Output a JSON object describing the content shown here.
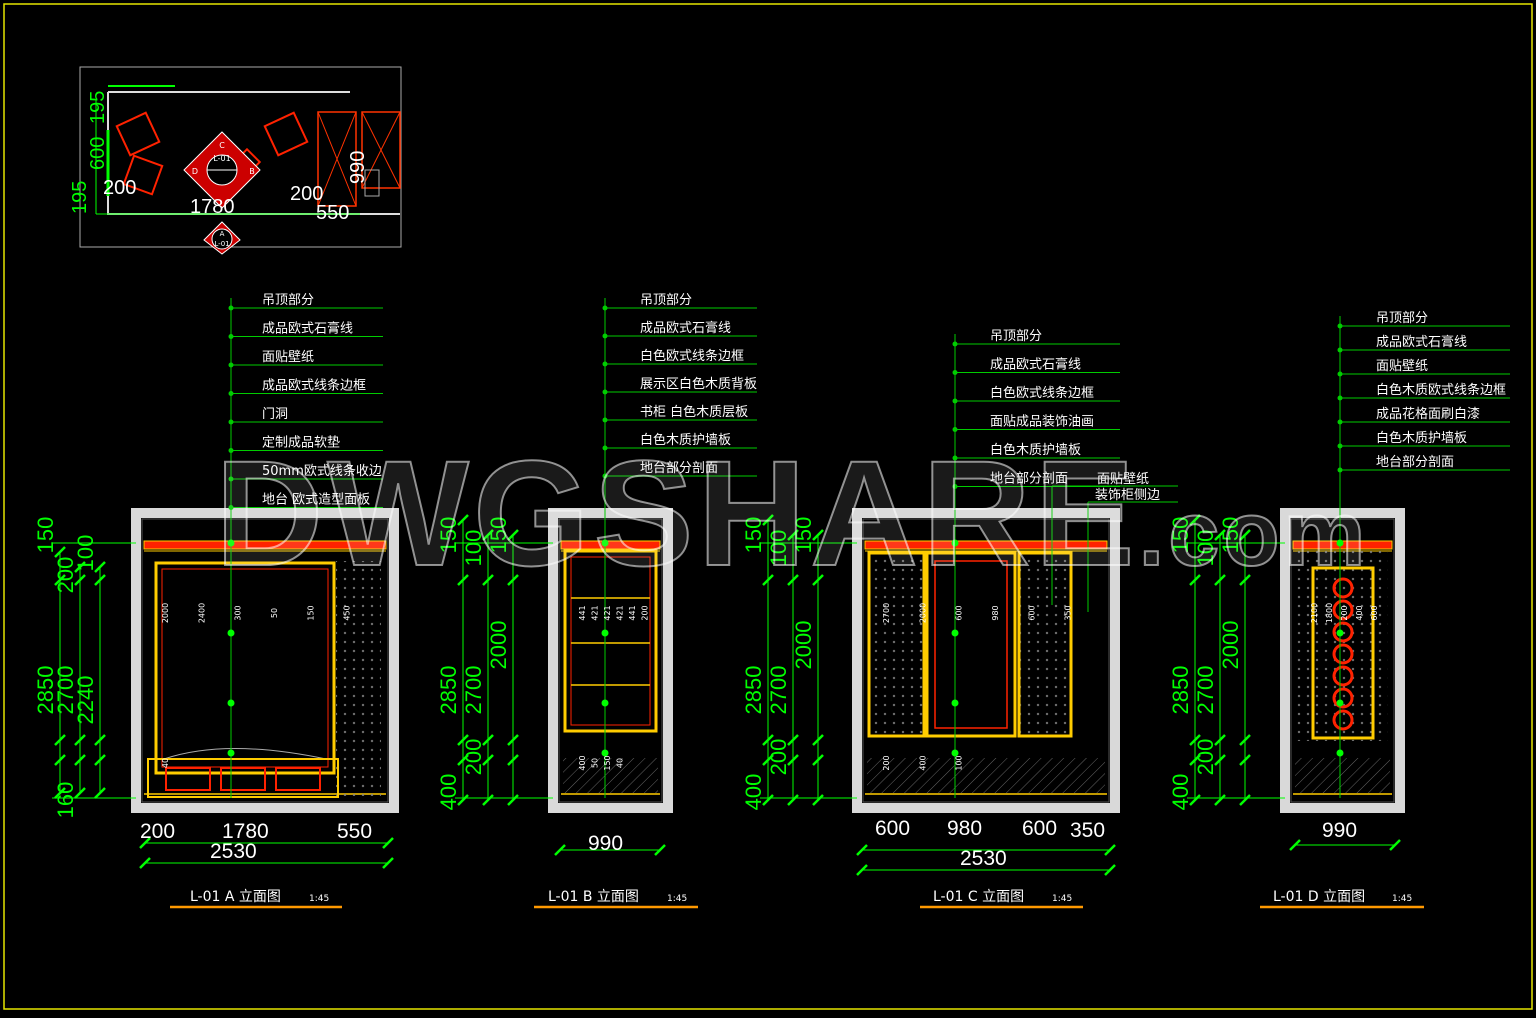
{
  "colors": {
    "background": "#000000",
    "frame": "#e6e600",
    "dim": "#00ff00",
    "leader": "#00cc00",
    "wall": "#d9d9d9",
    "trim": "#ff2200",
    "gold": "#ffcc00",
    "label": "#ffffff"
  },
  "watermark": {
    "main": "DWGSHARE",
    "domain": ".com"
  },
  "plan": {
    "dims": {
      "left_195_top": "195",
      "left_600": "600",
      "left_195_bottom": "195",
      "w_200": "200",
      "w_1780": "1780",
      "w_200b": "200",
      "w_550": "550",
      "h_990": "990"
    },
    "markers": {
      "center_ref": "L-01",
      "center_c": "C",
      "center_b": "B",
      "center_d": "D",
      "a_letter": "A",
      "a_ref": "L-01"
    }
  },
  "elevations": [
    {
      "id": "A",
      "title": "L-01 A 立面图",
      "scale": "1:45",
      "leaders": [
        "吊顶部分",
        "成品欧式石膏线",
        "面贴壁纸",
        "成品欧式线条边框",
        "门洞",
        "定制成品软垫",
        "50mm欧式线条收边",
        "地台 欧式造型面板"
      ],
      "vdims": [
        "2850",
        "2700",
        "2240",
        "150",
        "200",
        "100",
        "160"
      ],
      "inner": [
        "2000",
        "2400",
        "300",
        "50",
        "150",
        "450",
        "40"
      ],
      "hdims": [
        "200",
        "1780",
        "550",
        "2530"
      ]
    },
    {
      "id": "B",
      "title": "L-01 B 立面图",
      "scale": "1:45",
      "leaders": [
        "吊顶部分",
        "成品欧式石膏线",
        "白色欧式线条边框",
        "展示区白色木质背板",
        "书柜 白色木质层板",
        "白色木质护墙板",
        "地台部分剖面"
      ],
      "vdims": [
        "2850",
        "2700",
        "2000",
        "150",
        "100",
        "150",
        "200",
        "400"
      ],
      "inner": [
        "441",
        "421",
        "421",
        "421",
        "441",
        "200",
        "400",
        "50",
        "150",
        "40"
      ],
      "hdims": [
        "990"
      ]
    },
    {
      "id": "C",
      "title": "L-01 C 立面图",
      "scale": "1:45",
      "leaders": [
        "吊顶部分",
        "成品欧式石膏线",
        "白色欧式线条边框",
        "面贴成品装饰油画",
        "白色木质护墙板",
        "地台部分剖面"
      ],
      "side_leaders": [
        "面贴壁纸",
        "装饰柜侧边"
      ],
      "vdims": [
        "2850",
        "2700",
        "2000",
        "150",
        "100",
        "150",
        "200",
        "400"
      ],
      "inner": [
        "2700",
        "2000",
        "600",
        "980",
        "600",
        "350",
        "200",
        "400",
        "100"
      ],
      "hdims": [
        "600",
        "980",
        "600",
        "350",
        "2530"
      ]
    },
    {
      "id": "D",
      "title": "L-01 D 立面图",
      "scale": "1:45",
      "leaders": [
        "吊顶部分",
        "成品欧式石膏线",
        "面贴壁纸",
        "白色木质欧式线条边框",
        "成品花格面刷白漆",
        "白色木质护墙板",
        "地台部分剖面"
      ],
      "vdims": [
        "2850",
        "2700",
        "2000",
        "150",
        "100",
        "150",
        "200",
        "400"
      ],
      "inner": [
        "2100",
        "1800",
        "200",
        "400",
        "600"
      ],
      "hdims": [
        "990"
      ]
    }
  ]
}
